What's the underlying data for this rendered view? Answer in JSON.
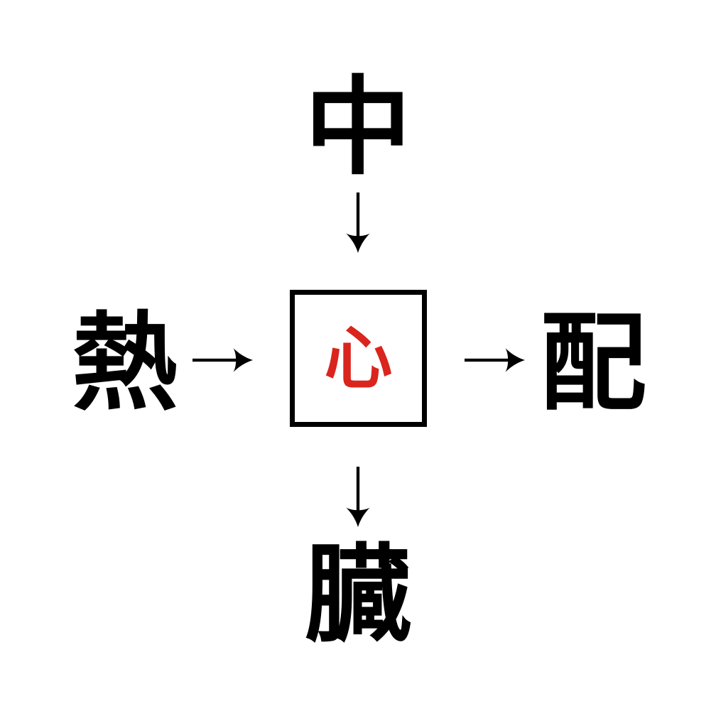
{
  "colors": {
    "background": "#ffffff",
    "ink": "#000000",
    "center_char_color": "#d9251d"
  },
  "puzzle": {
    "center": {
      "char": "心"
    },
    "top": {
      "char": "中"
    },
    "left": {
      "char": "熱"
    },
    "right": {
      "char": "配"
    },
    "bottom": {
      "char": "臓"
    }
  },
  "arrows": [
    {
      "name": "down-arrow-icon",
      "from": "top",
      "to": "center",
      "direction": "down"
    },
    {
      "name": "right-arrow-icon",
      "from": "left",
      "to": "center",
      "direction": "right"
    },
    {
      "name": "right-arrow-icon",
      "from": "center",
      "to": "right",
      "direction": "right"
    },
    {
      "name": "down-arrow-icon",
      "from": "center",
      "to": "bottom",
      "direction": "down"
    }
  ]
}
